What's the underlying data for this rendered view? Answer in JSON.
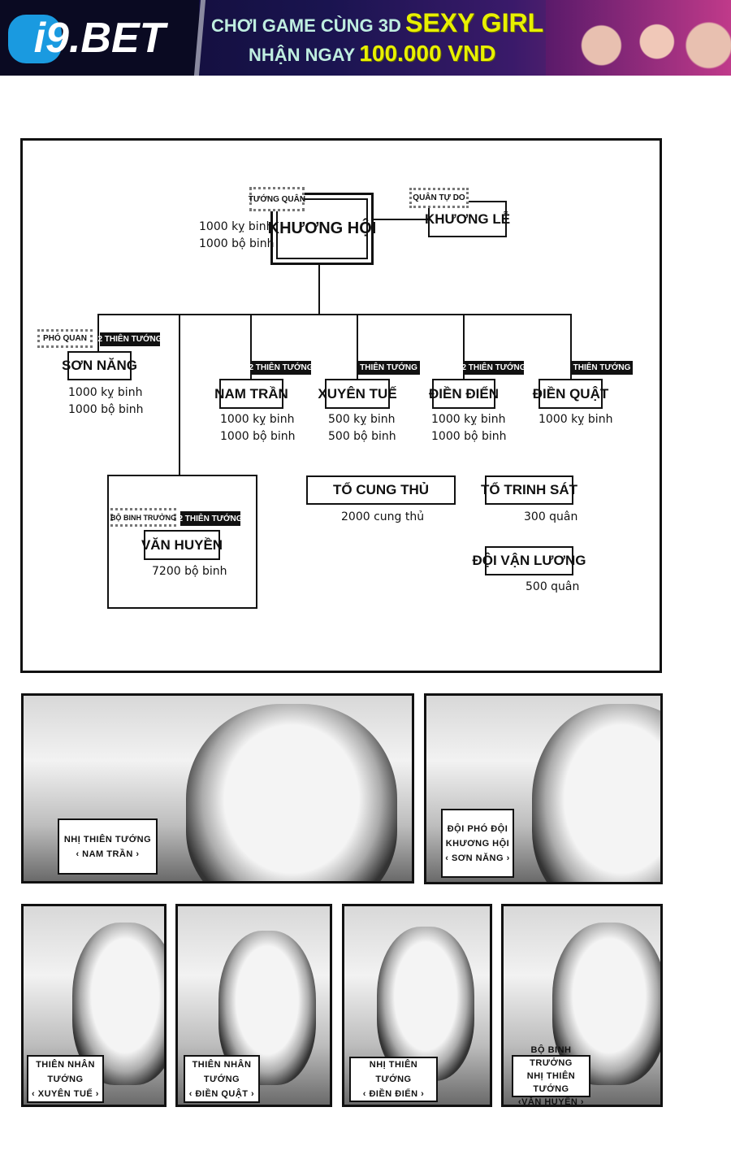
{
  "ad_banner": {
    "brand": "i9.BET",
    "brand_prefix": "i9",
    "brand_suffix": ".BET",
    "line1_white": "CHƠI GAME CÙNG 3D",
    "line1_yellow": "SEXY GIRL",
    "line2_white": "NHẬN NGAY",
    "line2_yellow": "100.000 VND",
    "colors": {
      "bg": "#1a1450",
      "yellow": "#e8f000",
      "text": "#bfeee0"
    }
  },
  "org_chart": {
    "commander": {
      "rank": "TƯỚNG QUÂN",
      "name": "KHƯƠNG HỘI",
      "troops": [
        "1000 kỵ binh",
        "1000 bộ binh"
      ]
    },
    "free_unit": {
      "rank": "QUÂN TỰ DO",
      "name": "KHƯƠNG LỄ"
    },
    "vice": {
      "rank": "PHÓ QUAN",
      "tag": "2 THIÊN TƯỚNG",
      "name": "SƠN NĂNG",
      "troops": [
        "1000 kỵ binh",
        "1000 bộ binh"
      ]
    },
    "generals": [
      {
        "tag": "2 THIÊN TƯỚNG",
        "name": "NAM TRẦN",
        "troops": [
          "1000 kỵ binh",
          "1000 bộ binh"
        ]
      },
      {
        "tag": "THIÊN TƯỚNG",
        "name": "XUYÊN TUẾ",
        "troops": [
          "500 kỵ binh",
          "500 bộ binh"
        ]
      },
      {
        "tag": "2 THIÊN TƯỚNG",
        "name": "ĐIỀN ĐIỂN",
        "troops": [
          "1000 kỵ binh",
          "1000 bộ binh"
        ]
      },
      {
        "tag": "THIÊN TƯỚNG",
        "name": "ĐIỀN QUẬT",
        "troops": [
          "1000 kỵ binh"
        ]
      }
    ],
    "infantry": {
      "rank": "BỘ BINH TRƯỞNG",
      "tag": "2 THIÊN TƯỚNG",
      "name": "VĂN HUYỀN",
      "troops": "7200 bộ binh"
    },
    "units": [
      {
        "name": "TỔ CUNG THỦ",
        "troops": "2000 cung thủ"
      },
      {
        "name": "TỔ TRINH SÁT",
        "troops": "300 quân"
      },
      {
        "name": "ĐỘI VẬN LƯƠNG",
        "troops": "500 quân"
      }
    ]
  },
  "panels": [
    {
      "caption": [
        "NHỊ THIÊN TƯỚNG",
        "‹ NAM TRẦN ›"
      ]
    },
    {
      "caption": [
        "ĐỘI PHÓ ĐỘI",
        "KHƯƠNG HỘI",
        "‹ SƠN NĂNG ›"
      ]
    },
    {
      "caption": [
        "THIÊN NHÂN",
        "TƯỚNG",
        "‹ XUYÊN TUẾ ›"
      ]
    },
    {
      "caption": [
        "THIÊN NHÂN",
        "TƯỚNG",
        "‹ ĐIỀN QUẬT ›"
      ]
    },
    {
      "caption": [
        "NHỊ THIÊN TƯỚNG",
        "‹ ĐIỀN ĐIỂN ›"
      ]
    },
    {
      "caption": [
        "BỘ BINH TRƯỞNG",
        "NHỊ THIÊN TƯỚNG",
        "‹VĂN HUYỀN ›"
      ]
    }
  ]
}
